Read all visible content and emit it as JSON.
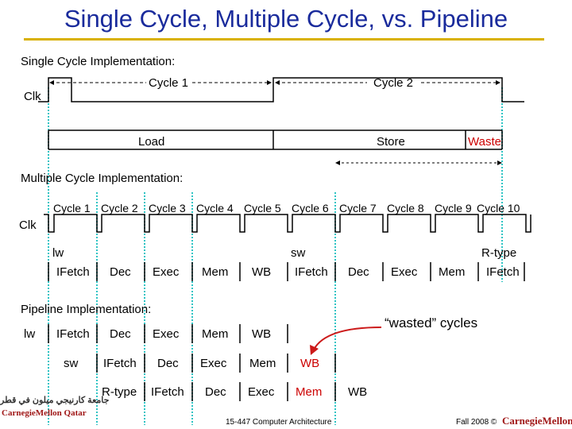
{
  "title": "Single Cycle, Multiple Cycle, vs. Pipeline",
  "single": {
    "heading": "Single Cycle Implementation:",
    "clk": "Clk",
    "cycles": [
      "Cycle 1",
      "Cycle 2"
    ],
    "instructions": [
      "Load",
      "Store",
      "Waste"
    ]
  },
  "multi": {
    "heading": "Multiple Cycle Implementation:",
    "clk": "Clk",
    "cycles": [
      "Cycle 1",
      "Cycle 2",
      "Cycle 3",
      "Cycle 4",
      "Cycle 5",
      "Cycle 6",
      "Cycle 7",
      "Cycle 8",
      "Cycle 9",
      "Cycle 10"
    ],
    "instr_names": [
      "lw",
      "sw",
      "R-type"
    ],
    "stages": [
      "IFetch",
      "Dec",
      "Exec",
      "Mem",
      "WB",
      "IFetch",
      "Dec",
      "Exec",
      "Mem",
      "IFetch"
    ]
  },
  "pipeline": {
    "heading": "Pipeline Implementation:",
    "annotation": "“wasted” cycles",
    "rows": [
      {
        "label": "lw",
        "stages": [
          "IFetch",
          "Dec",
          "Exec",
          "Mem",
          "WB"
        ]
      },
      {
        "label": "sw",
        "stages": [
          "IFetch",
          "Dec",
          "Exec",
          "Mem",
          "WB"
        ]
      },
      {
        "label": "R-type",
        "stages": [
          "IFetch",
          "Dec",
          "Exec",
          "Mem",
          "WB"
        ]
      }
    ]
  },
  "footer": {
    "course": "15-447 Computer Architecture",
    "term": "Fall 2008 ©",
    "logo_right": "CarnegieMellon",
    "logo_left_top": "جامعة كارنيجي ميلون في قطر",
    "logo_left_bottom": "CarnegieMellon Qatar"
  },
  "colors": {
    "title": "#1a2b9c",
    "rule": "#d8b000",
    "guide": "#2fc4c4",
    "waste": "#cc0000",
    "arrow": "#cc1a1a",
    "logo": "#a01818"
  }
}
